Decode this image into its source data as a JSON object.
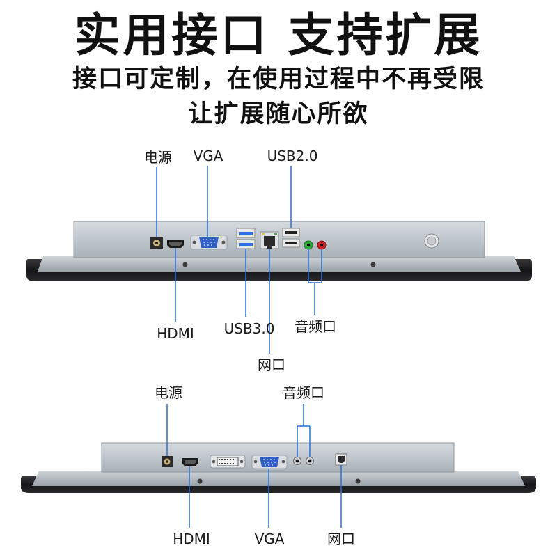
{
  "header": {
    "title": "实用接口 支持扩展",
    "subtitle_line1": "接口可定制，在使用过程中不再受限",
    "subtitle_line2": "让扩展随心所欲"
  },
  "model_a": {
    "labels": {
      "power": "电源",
      "vga": "VGA",
      "usb2": "USB2.0",
      "hdmi": "HDMI",
      "usb3": "USB3.0",
      "audio": "音频口",
      "lan": "网口"
    }
  },
  "model_b": {
    "labels": {
      "power": "电源",
      "audio": "音频口",
      "hdmi": "HDMI",
      "vga": "VGA",
      "lan": "网口"
    }
  },
  "colors": {
    "leader_line": "#2a6fd6",
    "chassis": "#b9c0c6",
    "bezel": "#1d1d1f",
    "vga_port": "#2f5fc4",
    "usb3_port": "#2f6fe0",
    "audio_green": "#2fae3c",
    "audio_red": "#d2232a"
  }
}
